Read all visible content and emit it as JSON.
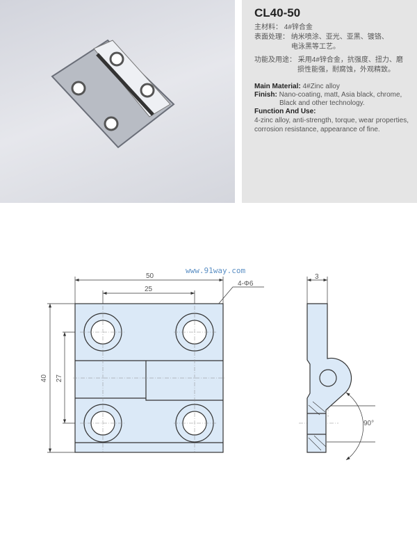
{
  "product": {
    "model": "CL40-50",
    "cn": {
      "material_label": "主材料：",
      "material_value": "4#锌合金",
      "finish_label": "表面处理：",
      "finish_value_1": "纳米喷涂、亚光、亚黑、镀铬、",
      "finish_value_2": "电泳黑等工艺。",
      "use_label": "功能及用途：",
      "use_value_1": "采用4#锌合金，抗强度、扭力、磨",
      "use_value_2": "损性能强，耐腐蚀，外观精致。"
    },
    "en": {
      "material_label": "Main Material:",
      "material_value": "4#Zinc alloy",
      "finish_label": "Finish:",
      "finish_value_1": "Nano-coating, matt, Asia black, chrome,",
      "finish_value_2": "Black and other technology.",
      "use_label": "Function And Use:",
      "use_value": "4-zinc alloy, anti-strength, torque, wear properties, corrosion resistance, appearance of fine."
    }
  },
  "drawing": {
    "watermark": "www.91way.com",
    "dim_width": "50",
    "dim_hole_spacing_x": "25",
    "dim_holes": "4-Φ6",
    "dim_height": "40",
    "dim_hole_spacing_y": "27",
    "dim_thickness": "3",
    "dim_angle": "90°"
  },
  "colors": {
    "part_fill": "#dbe9f7",
    "line": "#333333"
  }
}
